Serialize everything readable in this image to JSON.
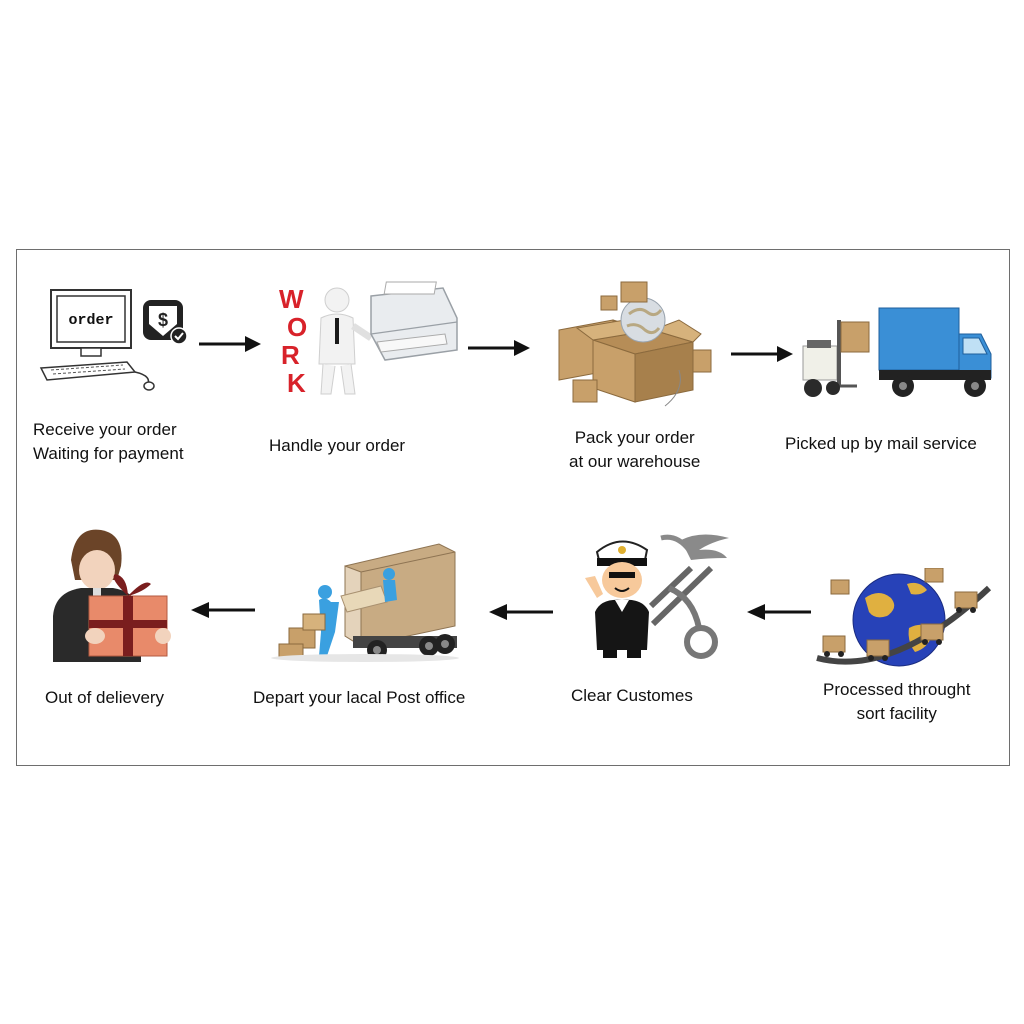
{
  "steps": [
    {
      "id": "receive",
      "illustration": "computer-order-payment-icon",
      "lines": [
        "Receive your order",
        "Waiting for payment"
      ]
    },
    {
      "id": "handle",
      "illustration": "work-figure-printer-icon",
      "lines": [
        "Handle your order"
      ]
    },
    {
      "id": "pack",
      "illustration": "boxes-globe-icon",
      "lines": [
        "Pack your order",
        "at our warehouse"
      ]
    },
    {
      "id": "pickup",
      "illustration": "forklift-truck-icon",
      "lines": [
        "Picked up by mail service"
      ]
    },
    {
      "id": "sort",
      "illustration": "globe-delivery-trucks-icon",
      "lines": [
        "Processed throught",
        "sort facility"
      ]
    },
    {
      "id": "customs",
      "illustration": "customs-officer-emblem-icon",
      "lines": [
        "Clear Customes"
      ]
    },
    {
      "id": "postoffice",
      "illustration": "movers-truck-icon",
      "lines": [
        "Depart your lacal Post office"
      ]
    },
    {
      "id": "delivery",
      "illustration": "person-with-gift-icon",
      "lines": [
        "Out of delievery"
      ]
    }
  ],
  "illustration_text": {
    "order_screen": "order",
    "work_letters": [
      "W",
      "O",
      "R",
      "K"
    ]
  },
  "colors": {
    "truck_blue": "#3a8fd6",
    "box_tan": "#c8a06a",
    "globe_blue": "#2742b8",
    "work_red": "#d8222a",
    "arrow": "#111111"
  }
}
